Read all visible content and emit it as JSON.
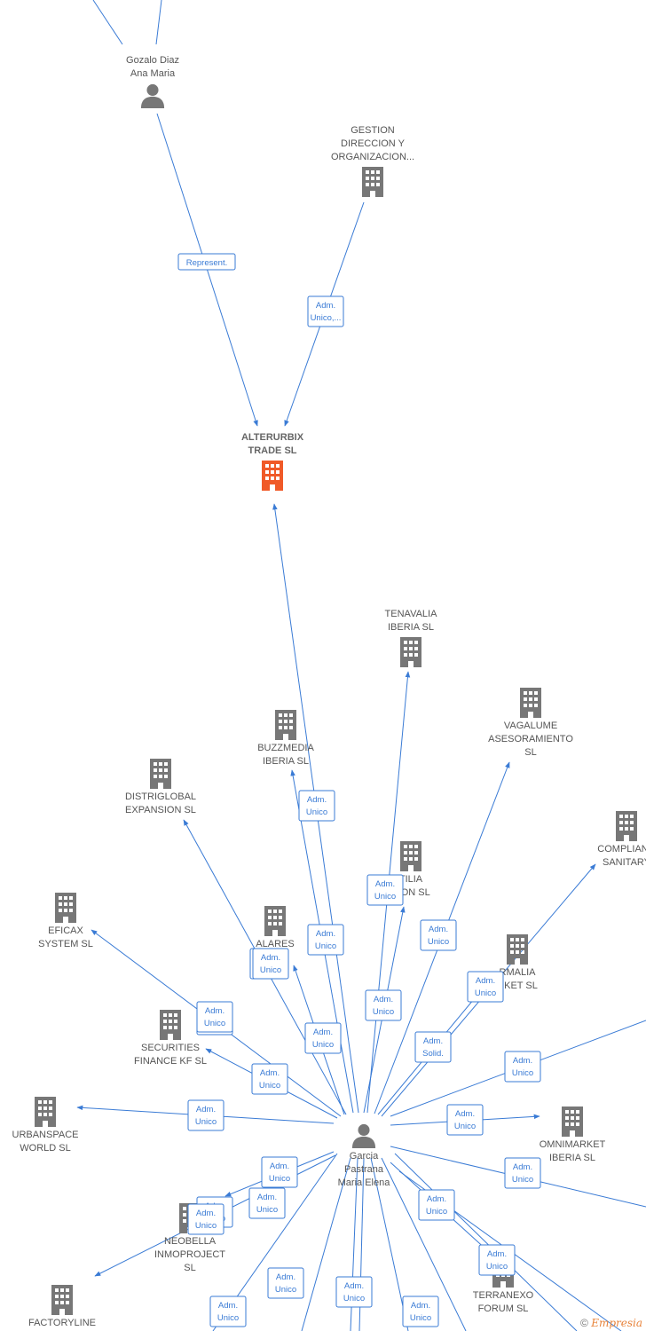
{
  "colors": {
    "edge": "#3a7bd5",
    "company": "#777777",
    "main_company": "#f05a28",
    "person": "#777777"
  },
  "nodes": [
    {
      "id": "gozalo",
      "type": "person",
      "label": [
        "Gozalo Diaz",
        "Ana Maria"
      ]
    },
    {
      "id": "gestion",
      "type": "company",
      "label": [
        "GESTION",
        "DIRECCION Y",
        "ORGANIZACION..."
      ]
    },
    {
      "id": "alterurbix",
      "type": "company-main",
      "label": [
        "ALTERURBIX",
        "TRADE SL"
      ]
    },
    {
      "id": "tenavalia",
      "type": "company",
      "label": [
        "TENAVALIA",
        "IBERIA SL"
      ]
    },
    {
      "id": "vagalume",
      "type": "company",
      "label": [
        "VAGALUME",
        "ASESORAMIENTO",
        "SL"
      ]
    },
    {
      "id": "buzzmedia",
      "type": "company",
      "label": [
        "BUZZMEDIA",
        "IBERIA SL"
      ]
    },
    {
      "id": "distriglobal",
      "type": "company",
      "label": [
        "DISTRIGLOBAL",
        "EXPANSION SL"
      ]
    },
    {
      "id": "complianc",
      "type": "company",
      "label": [
        "COMPLIANC",
        "SANITARY"
      ]
    },
    {
      "id": "tilia",
      "type": "company",
      "label": [
        "TILIA",
        "SION SL"
      ]
    },
    {
      "id": "eficax",
      "type": "company",
      "label": [
        "EFICAX",
        "SYSTEM SL"
      ]
    },
    {
      "id": "alares",
      "type": "company",
      "label": [
        "ALARES",
        "I SL"
      ]
    },
    {
      "id": "rmalia",
      "type": "company",
      "label": [
        "RMALIA",
        "RKET SL"
      ]
    },
    {
      "id": "securities",
      "type": "company",
      "label": [
        "SECURITIES",
        "FINANCE KF SL"
      ]
    },
    {
      "id": "urbanspace",
      "type": "company",
      "label": [
        "URBANSPACE",
        "WORLD SL"
      ]
    },
    {
      "id": "garcia",
      "type": "person",
      "label": [
        "Garcia",
        "Pastrana",
        "Maria Elena"
      ]
    },
    {
      "id": "omnimarket",
      "type": "company",
      "label": [
        "OMNIMARKET",
        "IBERIA SL"
      ]
    },
    {
      "id": "neobella",
      "type": "company",
      "label": [
        "NEOBELLA",
        "INMOPROJECT",
        "SL"
      ]
    },
    {
      "id": "terranexo",
      "type": "company",
      "label": [
        "TERRANEXO",
        "FORUM SL"
      ]
    },
    {
      "id": "factoryline",
      "type": "company",
      "label": [
        "FACTORYLINE"
      ]
    }
  ],
  "edges": [
    {
      "from": "gozalo",
      "to": "alterurbix",
      "label": [
        "Represent."
      ]
    },
    {
      "from": "gestion",
      "to": "alterurbix",
      "label": [
        "Adm.",
        "Unico,..."
      ]
    },
    {
      "from": "garcia",
      "to": "alterurbix",
      "label": [
        "Adm.",
        "Unico"
      ]
    },
    {
      "from": "garcia",
      "to": "tenavalia",
      "label": [
        "Adm.",
        "Unico"
      ]
    },
    {
      "from": "garcia",
      "to": "vagalume",
      "label": [
        "Adm.",
        "Unico"
      ]
    },
    {
      "from": "garcia",
      "to": "buzzmedia",
      "label": [
        "Adm.",
        "Unico"
      ]
    },
    {
      "from": "garcia",
      "to": "distriglobal",
      "label": [
        "Adm.",
        "Unico"
      ]
    },
    {
      "from": "garcia",
      "to": "complianc",
      "label": [
        "Adm.",
        "Unico"
      ]
    },
    {
      "from": "garcia",
      "to": "tilia",
      "label": [
        "Adm.",
        "Unico"
      ]
    },
    {
      "from": "garcia",
      "to": "eficax",
      "label": [
        "Adm.",
        "Unico"
      ]
    },
    {
      "from": "garcia",
      "to": "alares",
      "label": [
        "Adm.",
        "Unico"
      ]
    },
    {
      "from": "garcia",
      "to": "rmalia",
      "label": [
        "Adm.",
        "Solid."
      ]
    },
    {
      "from": "garcia",
      "to": "securities",
      "label": [
        "Adm.",
        "Unico"
      ]
    },
    {
      "from": "garcia",
      "to": "urbanspace",
      "label": [
        "Adm.",
        "Unico"
      ]
    },
    {
      "from": "garcia",
      "to": "omnimarket",
      "label": [
        "Adm.",
        "Unico"
      ]
    },
    {
      "from": "garcia",
      "to": "neobella",
      "label": [
        "Adm.",
        "Unico"
      ]
    },
    {
      "from": "garcia",
      "to": "terranexo",
      "label": [
        "Adm.",
        "Unico"
      ]
    },
    {
      "from": "garcia",
      "to": "factoryline",
      "label": [
        "Adm.",
        "Unico"
      ]
    }
  ],
  "extra_labels": [
    [
      "Adm.",
      "Unico"
    ],
    [
      "Adm.",
      "Unico"
    ],
    [
      "Adm.",
      "Unico"
    ],
    [
      "Adm.",
      "Unico"
    ],
    [
      "Adm.",
      "Unico"
    ],
    [
      "Adm.",
      "Unico"
    ],
    [
      "Adm.",
      "Unico"
    ],
    [
      "Adm.",
      "Unico"
    ],
    [
      "Adm.",
      "Unico"
    ],
    [
      "Adm.",
      "Unico"
    ],
    [
      "Adm.",
      "Unico"
    ]
  ],
  "footer": {
    "copyright": "©",
    "brand": "Empresia"
  }
}
